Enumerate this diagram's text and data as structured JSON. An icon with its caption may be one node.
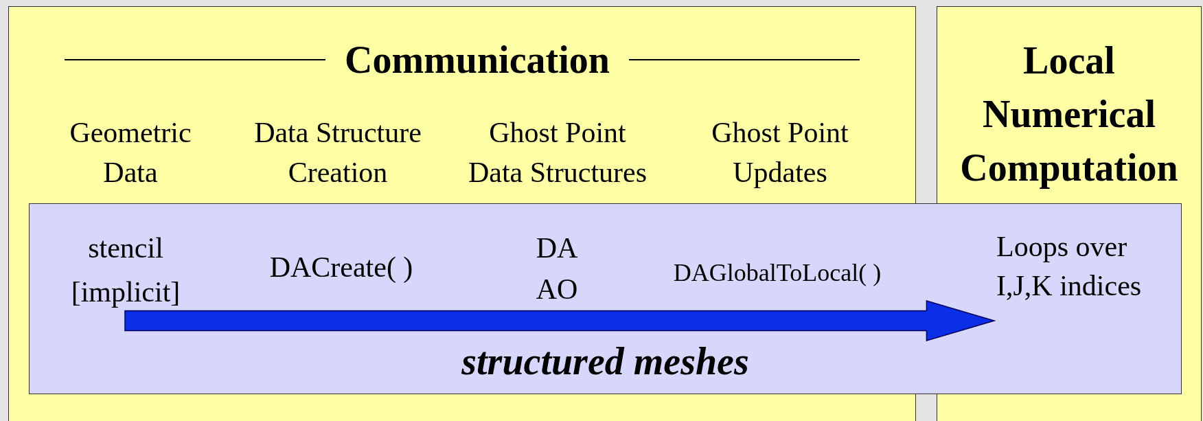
{
  "diagram": {
    "nodes": [
      {
        "text": [
          "Communication"
        ]
      },
      {
        "text": [
          "Local Numerical Computation"
        ]
      },
      {
        "text": [
          "structured meshes"
        ]
      },
      {
        "text": [
          "stencil [implicit]"
        ],
        "in": 2
      },
      {
        "text": [
          "Loops over I,J,K indices"
        ],
        "in": 2
      }
    ],
    "edges": [
      {
        "from": 3,
        "to": 4,
        "arrow": "to",
        "style": "thick",
        "color": "#0b2fe6"
      }
    ],
    "labels": [
      "Geometric Data",
      "Data Structure Creation",
      "Ghost Point Data Structures",
      "Ghost Point Updates",
      "DACreate( )",
      "DA AO",
      "DAGlobalToLocal( )"
    ]
  }
}
